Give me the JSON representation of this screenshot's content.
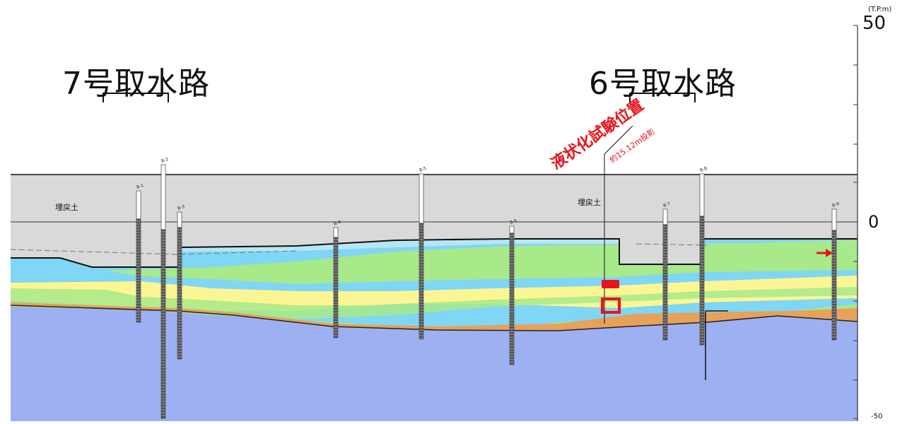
{
  "labels": {
    "intake7": "7号取水路",
    "intake6": "6号取水路",
    "fill_left": "埋戻土",
    "fill_right": "埋戻土",
    "test_title": "液状化試験位置",
    "test_sub": "約15.12m投影"
  },
  "scale": {
    "unit": "(T.P.m)",
    "top": "50",
    "zero": "0",
    "bottom": "-50"
  },
  "colors": {
    "fill": "#d9d9d9",
    "cyan": "#7fd6f5",
    "light_blue": "#b6e6f5",
    "green": "#a8e98a",
    "yellow": "#fbf693",
    "orange": "#e6a15a",
    "bedrock": "#9db0f2",
    "red": "#e8141c"
  },
  "boreholes": [
    {
      "label": "B-1"
    },
    {
      "label": "B-2"
    },
    {
      "label": "B-3"
    },
    {
      "label": "B-4"
    },
    {
      "label": "B-5"
    },
    {
      "label": "B-6"
    },
    {
      "label": "B-7"
    },
    {
      "label": "B-8"
    },
    {
      "label": "B-9"
    }
  ]
}
